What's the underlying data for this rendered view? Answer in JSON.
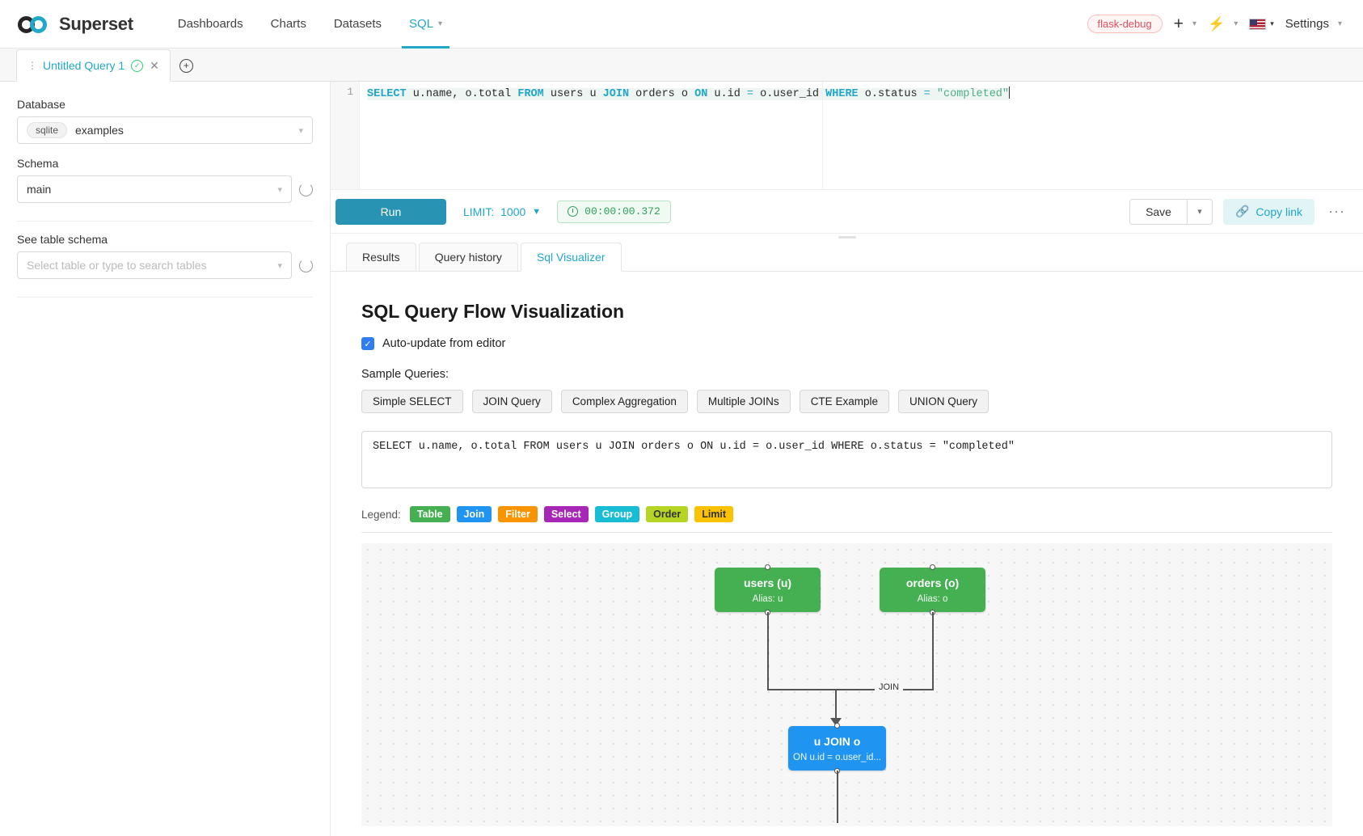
{
  "navbar": {
    "brand": "Superset",
    "links": [
      {
        "label": "Dashboards",
        "active": false
      },
      {
        "label": "Charts",
        "active": false
      },
      {
        "label": "Datasets",
        "active": false
      },
      {
        "label": "SQL",
        "active": true
      }
    ],
    "debug_badge": "flask-debug",
    "settings_label": "Settings",
    "icons": [
      "plus-icon",
      "bolt-icon",
      "us-flag-icon",
      "chevron-down-icon"
    ]
  },
  "tabstrip": {
    "query_tab_label": "Untitled Query 1",
    "add_tab_label": "+"
  },
  "left_panel": {
    "database_label": "Database",
    "database_engine_chip": "sqlite",
    "database_value": "examples",
    "schema_label": "Schema",
    "schema_value": "main",
    "table_label": "See table schema",
    "table_placeholder": "Select table or type to search tables"
  },
  "editor": {
    "line_number": "1",
    "tokens": [
      {
        "t": "SELECT",
        "c": "kw"
      },
      {
        "t": " u.name, o.total ",
        "c": ""
      },
      {
        "t": "FROM",
        "c": "kw"
      },
      {
        "t": " users u ",
        "c": ""
      },
      {
        "t": "JOIN",
        "c": "kw"
      },
      {
        "t": " orders o ",
        "c": ""
      },
      {
        "t": "ON",
        "c": "kw"
      },
      {
        "t": " u.id ",
        "c": ""
      },
      {
        "t": "=",
        "c": "op"
      },
      {
        "t": " o.user_id ",
        "c": ""
      },
      {
        "t": "WHERE",
        "c": "kw"
      },
      {
        "t": " o.status ",
        "c": ""
      },
      {
        "t": "=",
        "c": "op"
      },
      {
        "t": " ",
        "c": ""
      },
      {
        "t": "\"completed\"",
        "c": "str"
      }
    ]
  },
  "toolbar": {
    "run_label": "Run",
    "limit_label": "LIMIT:",
    "limit_value": "1000",
    "timer": "00:00:00.372",
    "save_label": "Save",
    "copy_link_label": "Copy link",
    "more_label": "···"
  },
  "result_tabs": [
    {
      "label": "Results",
      "active": false
    },
    {
      "label": "Query history",
      "active": false
    },
    {
      "label": "Sql Visualizer",
      "active": true
    }
  ],
  "visualizer": {
    "title": "SQL Query Flow Visualization",
    "auto_update_label": "Auto-update from editor",
    "auto_update_checked": true,
    "sample_label": "Sample Queries:",
    "sample_buttons": [
      "Simple SELECT",
      "JOIN Query",
      "Complex Aggregation",
      "Multiple JOINs",
      "CTE Example",
      "UNION Query"
    ],
    "sql_text": "SELECT u.name, o.total FROM users u JOIN orders o ON u.id = o.user_id WHERE o.status = \"completed\"",
    "legend_label": "Legend:",
    "legend": [
      {
        "label": "Table",
        "color": "#45b052"
      },
      {
        "label": "Join",
        "color": "#1f94f0"
      },
      {
        "label": "Filter",
        "color": "#f79400"
      },
      {
        "label": "Select",
        "color": "#a626b5"
      },
      {
        "label": "Group",
        "color": "#18bcd4"
      },
      {
        "label": "Order",
        "color": "#b5d423"
      },
      {
        "label": "Limit",
        "color": "#fcc100"
      }
    ],
    "graph": {
      "nodes": [
        {
          "id": "users",
          "title": "users (u)",
          "sub": "Alias: u",
          "kind": "table"
        },
        {
          "id": "orders",
          "title": "orders (o)",
          "sub": "Alias: o",
          "kind": "table"
        },
        {
          "id": "join",
          "title": "u JOIN o",
          "sub": "ON u.id = o.user_id...",
          "kind": "join"
        }
      ],
      "edge_label": "JOIN"
    }
  }
}
